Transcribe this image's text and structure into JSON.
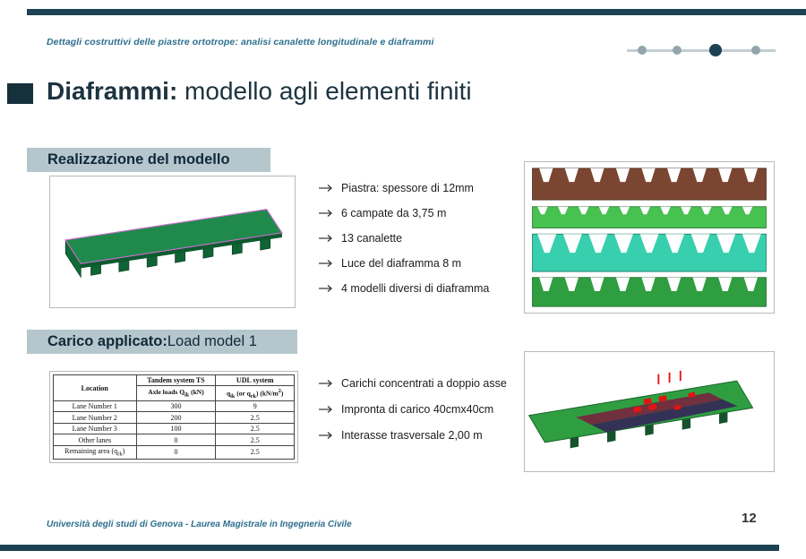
{
  "slide": {
    "header": "Dettagli costruttivi delle piastre ortotrope: analisi canalette longitudinale e diaframmi",
    "footer": "Università degli studi di Genova - Laurea Magistrale in Ingegneria Civile",
    "page_number": "12"
  },
  "title": {
    "emphasis": "Diaframmi:",
    "rest": " modello agli elementi finiti"
  },
  "progress": {
    "dots": [
      "inactive",
      "inactive",
      "active",
      "inactive"
    ]
  },
  "section_model": {
    "heading": "Realizzazione del modello",
    "bullets": [
      "Piastra: spessore di 12mm",
      "6 campate da 3,75 m",
      "13 canalette",
      "Luce del diaframma 8 m",
      "4 modelli diversi di diaframma"
    ]
  },
  "section_load": {
    "heading_emphasis": "Carico applicato:",
    "heading_rest": " Load model 1",
    "bullets": [
      "Carichi concentrati a doppio asse",
      "Impronta di carico 40cmx40cm",
      "Interasse trasversale 2,00 m"
    ]
  },
  "load_table": {
    "columns": {
      "location": "Location",
      "tandem": "Tandem system TS",
      "udl": "UDL system"
    },
    "tandem_sub": {
      "p1": "Axle loads Q",
      "sub1": "ik",
      "p2": " (kN)"
    },
    "udl_sub": {
      "p1": "q",
      "sub1": "ik",
      "p2": " (or q",
      "sub2": "rk",
      "p3": ") (kN/m",
      "sup": "2",
      "p4": ")"
    },
    "rows": [
      {
        "label": "Lane Number 1",
        "ts": "300",
        "udl": "9"
      },
      {
        "label": "Lane Number 2",
        "ts": "200",
        "udl": "2.5"
      },
      {
        "label": "Lane Number 3",
        "ts": "100",
        "udl": "2.5"
      },
      {
        "label": "Other lanes",
        "ts": "0",
        "udl": "2.5"
      },
      {
        "label_p1": "Remaining area (q",
        "label_sub": "rk",
        "label_p2": ")",
        "ts": "0",
        "udl": "2.5"
      }
    ]
  },
  "colors": {
    "bar_dark": "#1c4254",
    "accent_text": "#2d6f8e",
    "section_bg": "#b5c7cd",
    "title_text": "#1d3340",
    "deck_green": "#1f8a4c",
    "strip_brown": "#7b4631",
    "strip_light_green": "#47c14f",
    "strip_teal": "#38cfae",
    "strip_green": "#2f9e41",
    "load_red": "#e31313"
  }
}
